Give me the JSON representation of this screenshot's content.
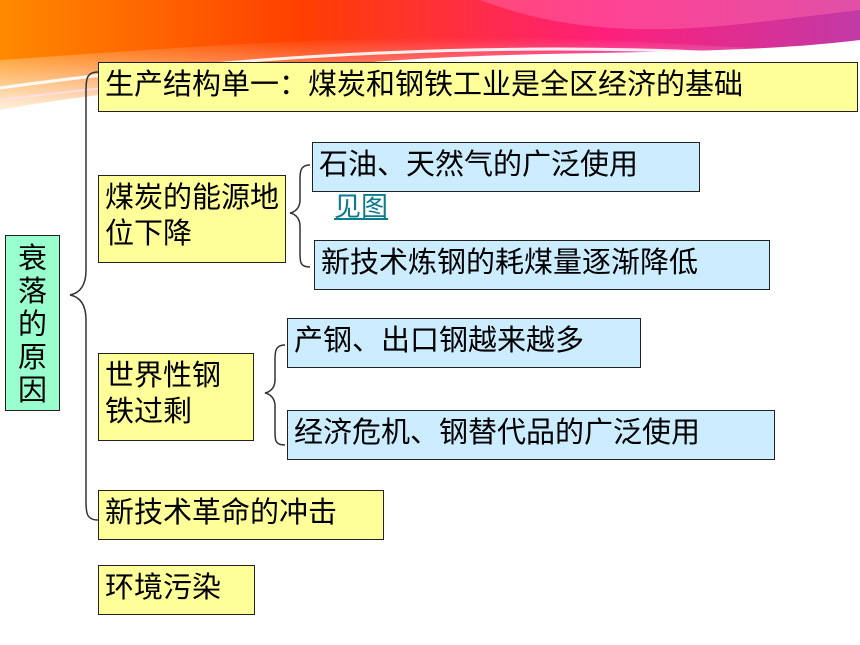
{
  "root": {
    "label": "衰落的原因"
  },
  "causes": {
    "c1": "生产结构单一：煤炭和钢铁工业是全区经济的基础",
    "c2": "煤炭的能源地位下降",
    "c3": "世界性钢铁过剩",
    "c4": "新技术革命的冲击",
    "c5": "环境污染"
  },
  "subs": {
    "s1": "石油、天然气的广泛使用",
    "s2": "新技术炼钢的耗煤量逐渐降低",
    "s3": "产钢、出口钢越来越多",
    "s4": "经济危机、钢替代品的广泛使用"
  },
  "link": {
    "label": "见图"
  },
  "colors": {
    "yellow": "#ffff99",
    "blue": "#ccecff",
    "green": "#99ffcc",
    "link": "#0a7d8c"
  }
}
